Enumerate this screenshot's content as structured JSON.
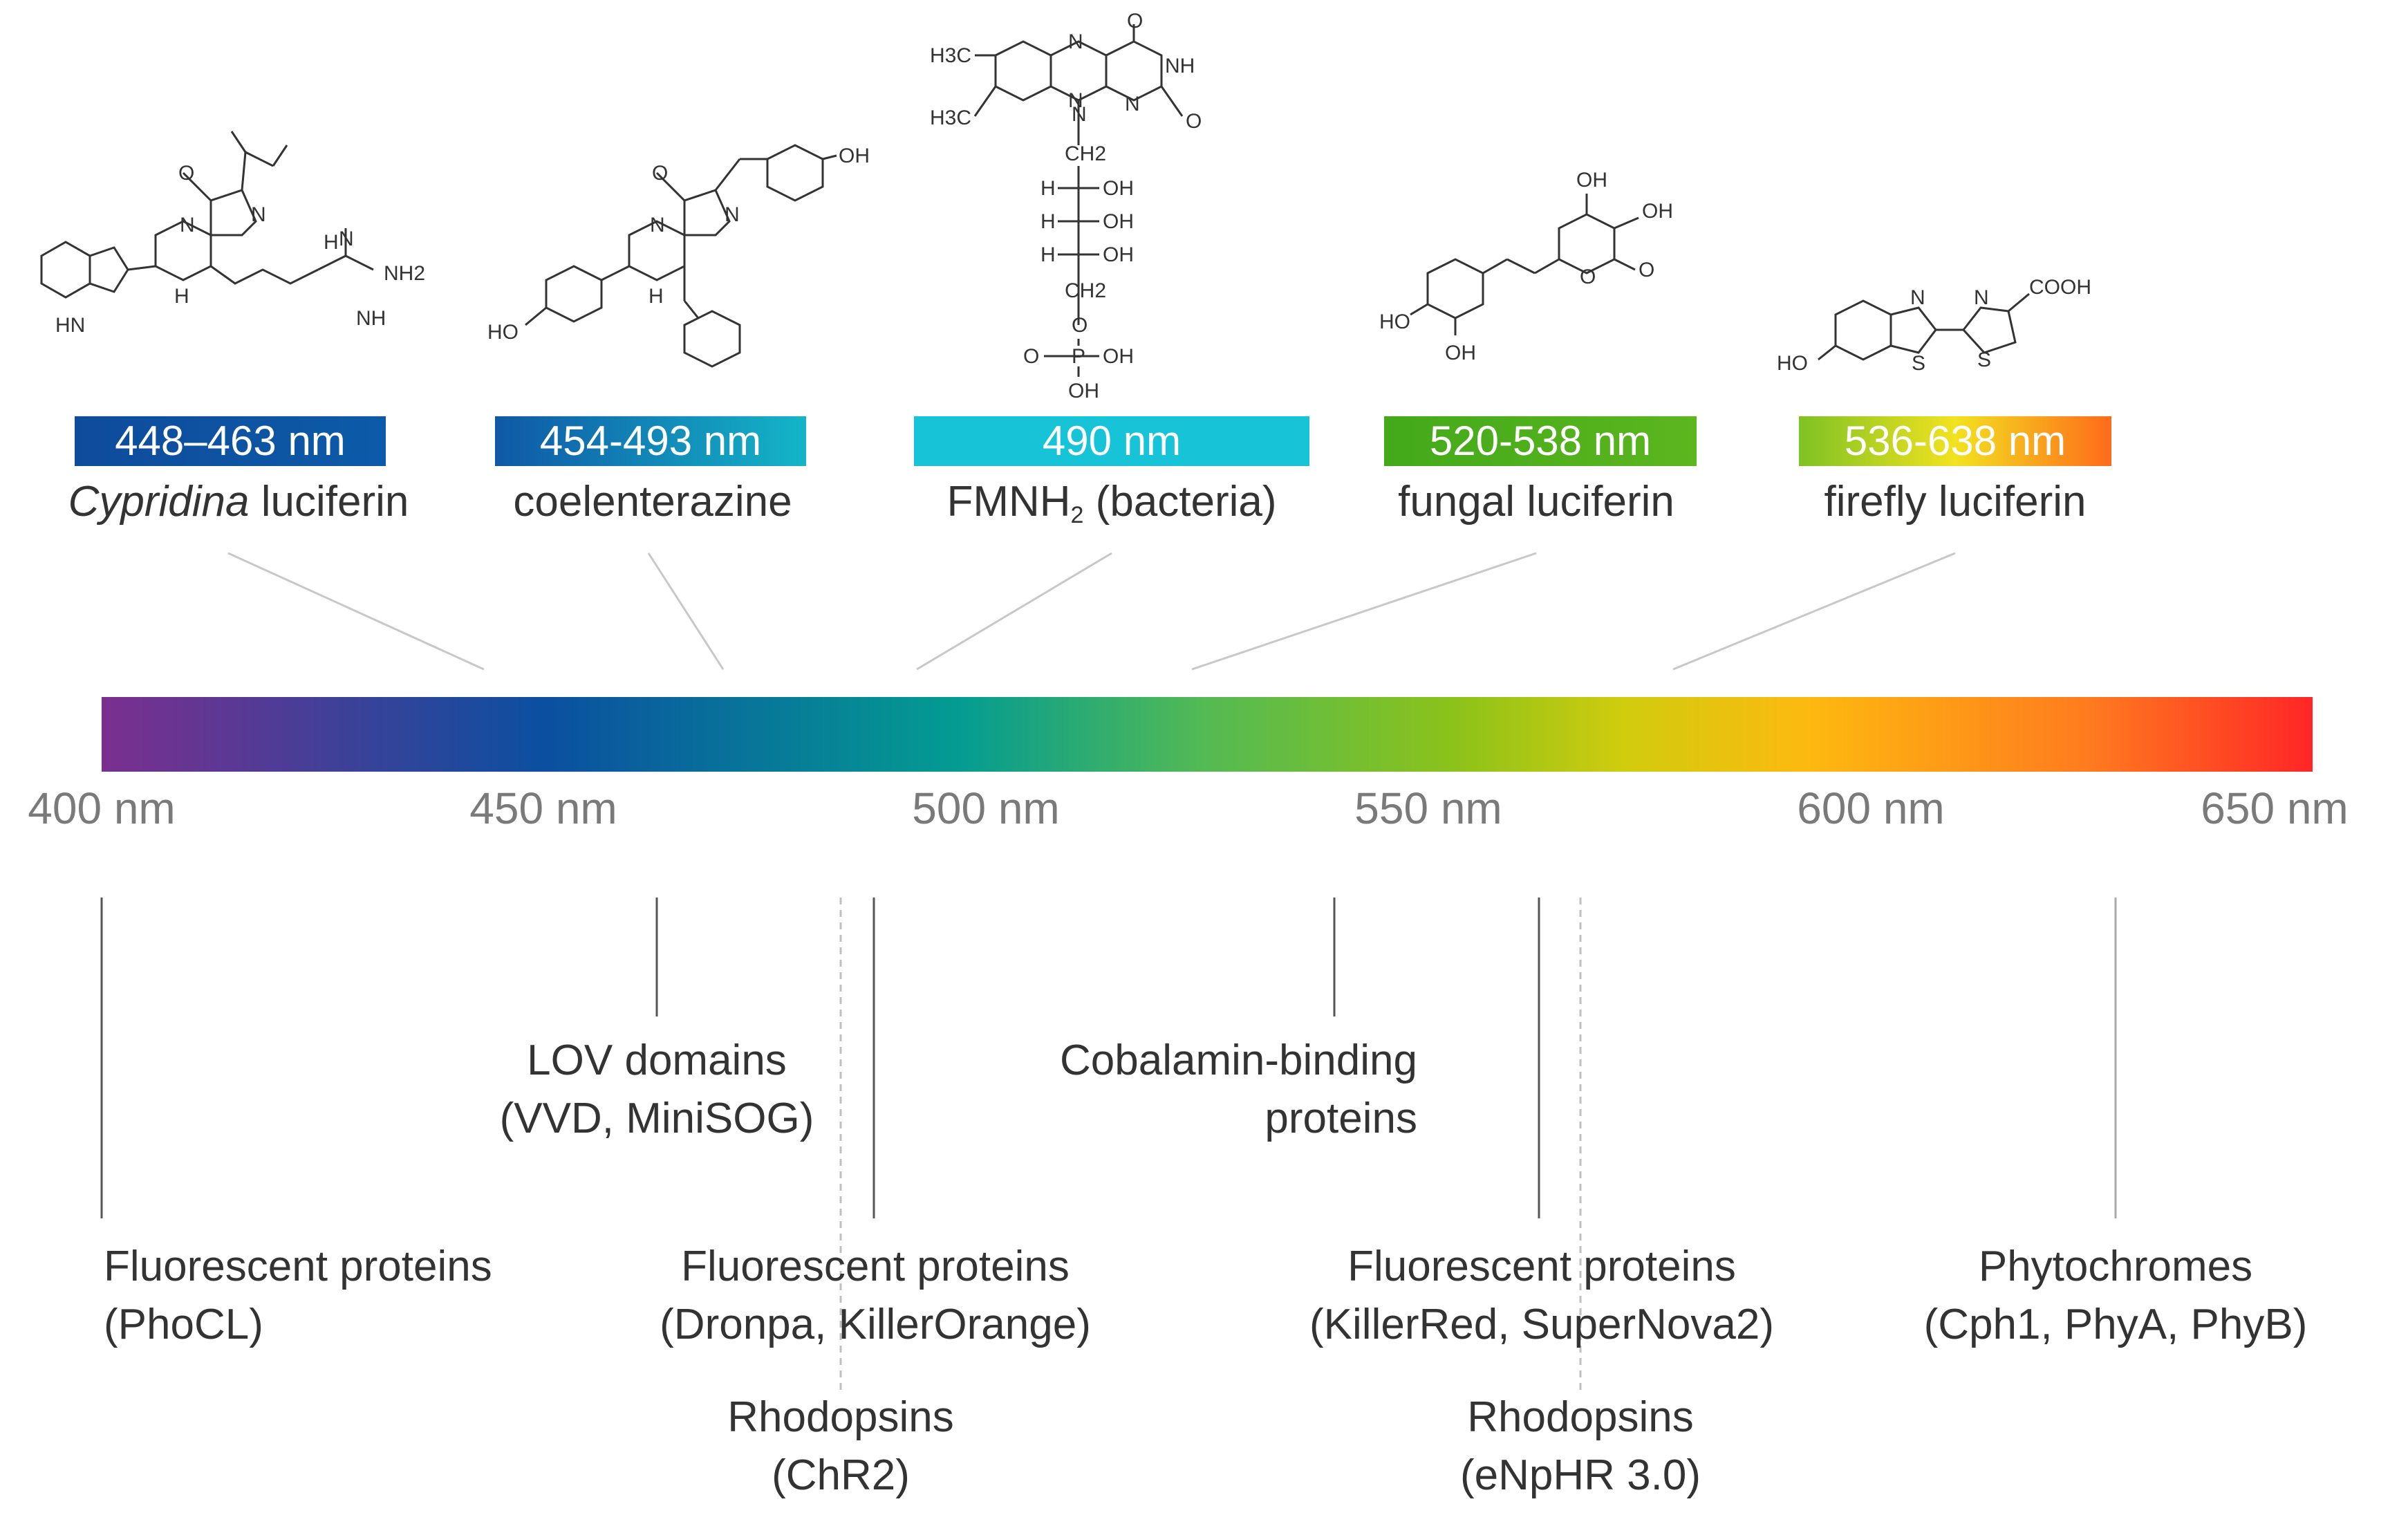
{
  "luciferins": [
    {
      "range": "448–463 nm",
      "name": "luciferin",
      "name_prefix_italic": "Cypridina",
      "colors": [
        "#0f4b9c",
        "#0c5ba8"
      ]
    },
    {
      "range": "454-493 nm",
      "name": "coelenterazine",
      "colors": [
        "#0f58a6",
        "#14b5c7"
      ]
    },
    {
      "range": "490 nm",
      "name_main": "FMNH",
      "name_sub": "2",
      "name_rest": " (bacteria)",
      "colors": [
        "#17c3d6",
        "#17c3d6"
      ]
    },
    {
      "range": "520-538 nm",
      "name": "fungal luciferin",
      "colors": [
        "#43a91a",
        "#5cb61e"
      ]
    },
    {
      "range": "536-638 nm",
      "name": "firefly luciferin",
      "colors": [
        "#7ec224",
        "#f2e21f",
        "#ff6a1a"
      ]
    }
  ],
  "molecule_atoms": {
    "cypridina": [
      "O",
      "N",
      "N",
      "H",
      "HN",
      "H",
      "N",
      "NH2",
      "NH"
    ],
    "coelenterazine": [
      "O",
      "N",
      "N",
      "H",
      "OH",
      "HO"
    ],
    "fmnh2": [
      "H3C",
      "H3C",
      "N",
      "N",
      "O",
      "NH",
      "N",
      "O",
      "N",
      "CH2",
      "H",
      "OH",
      "H",
      "OH",
      "H",
      "OH",
      "CH2",
      "O",
      "O",
      "P",
      "OH",
      "OH"
    ],
    "fungal": [
      "OH",
      "OH",
      "O",
      "O",
      "HO",
      "OH"
    ],
    "firefly": [
      "HO",
      "N",
      "S",
      "N",
      "S",
      "COOH"
    ]
  },
  "spectrum": {
    "ticks": [
      {
        "value": 400,
        "label": "400 nm"
      },
      {
        "value": 450,
        "label": "450 nm"
      },
      {
        "value": 500,
        "label": "500 nm"
      },
      {
        "value": 550,
        "label": "550 nm"
      },
      {
        "value": 600,
        "label": "600 nm"
      },
      {
        "value": 650,
        "label": "650 nm"
      }
    ],
    "gradient_stops": [
      {
        "nm": 400,
        "color": "#7b2f8f"
      },
      {
        "nm": 450,
        "color": "#0b4fa0"
      },
      {
        "nm": 497,
        "color": "#049c92"
      },
      {
        "nm": 525,
        "color": "#54ba53"
      },
      {
        "nm": 553,
        "color": "#8cc21a"
      },
      {
        "nm": 572,
        "color": "#d0cc0e"
      },
      {
        "nm": 593,
        "color": "#fdb90f"
      },
      {
        "nm": 625,
        "color": "#ff7a1f"
      },
      {
        "nm": 650,
        "color": "#ff2626"
      }
    ]
  },
  "photoreceptors": [
    {
      "lines": [
        "Fluorescent proteins",
        "(PhoCL)"
      ],
      "nm": 400
    },
    {
      "lines": [
        "LOV domains",
        "(VVD, MiniSOG)"
      ],
      "nm": 463
    },
    {
      "lines": [
        "Fluorescent proteins",
        "(Dronpa, KillerOrange)"
      ],
      "nm": 487
    },
    {
      "lines": [
        "Rhodopsins",
        "(ChR2)"
      ],
      "nm": 470
    },
    {
      "lines": [
        "Cobalamin-binding",
        "proteins"
      ],
      "nm": 545
    },
    {
      "lines": [
        "Fluorescent proteins",
        "(KillerRed, SuperNova2)"
      ],
      "nm": 570
    },
    {
      "lines": [
        "Rhodopsins",
        "(eNpHR 3.0)"
      ],
      "nm": 570
    },
    {
      "lines": [
        "Phytochromes",
        "(Cph1, PhyA, PhyB)"
      ],
      "nm": 640
    }
  ]
}
